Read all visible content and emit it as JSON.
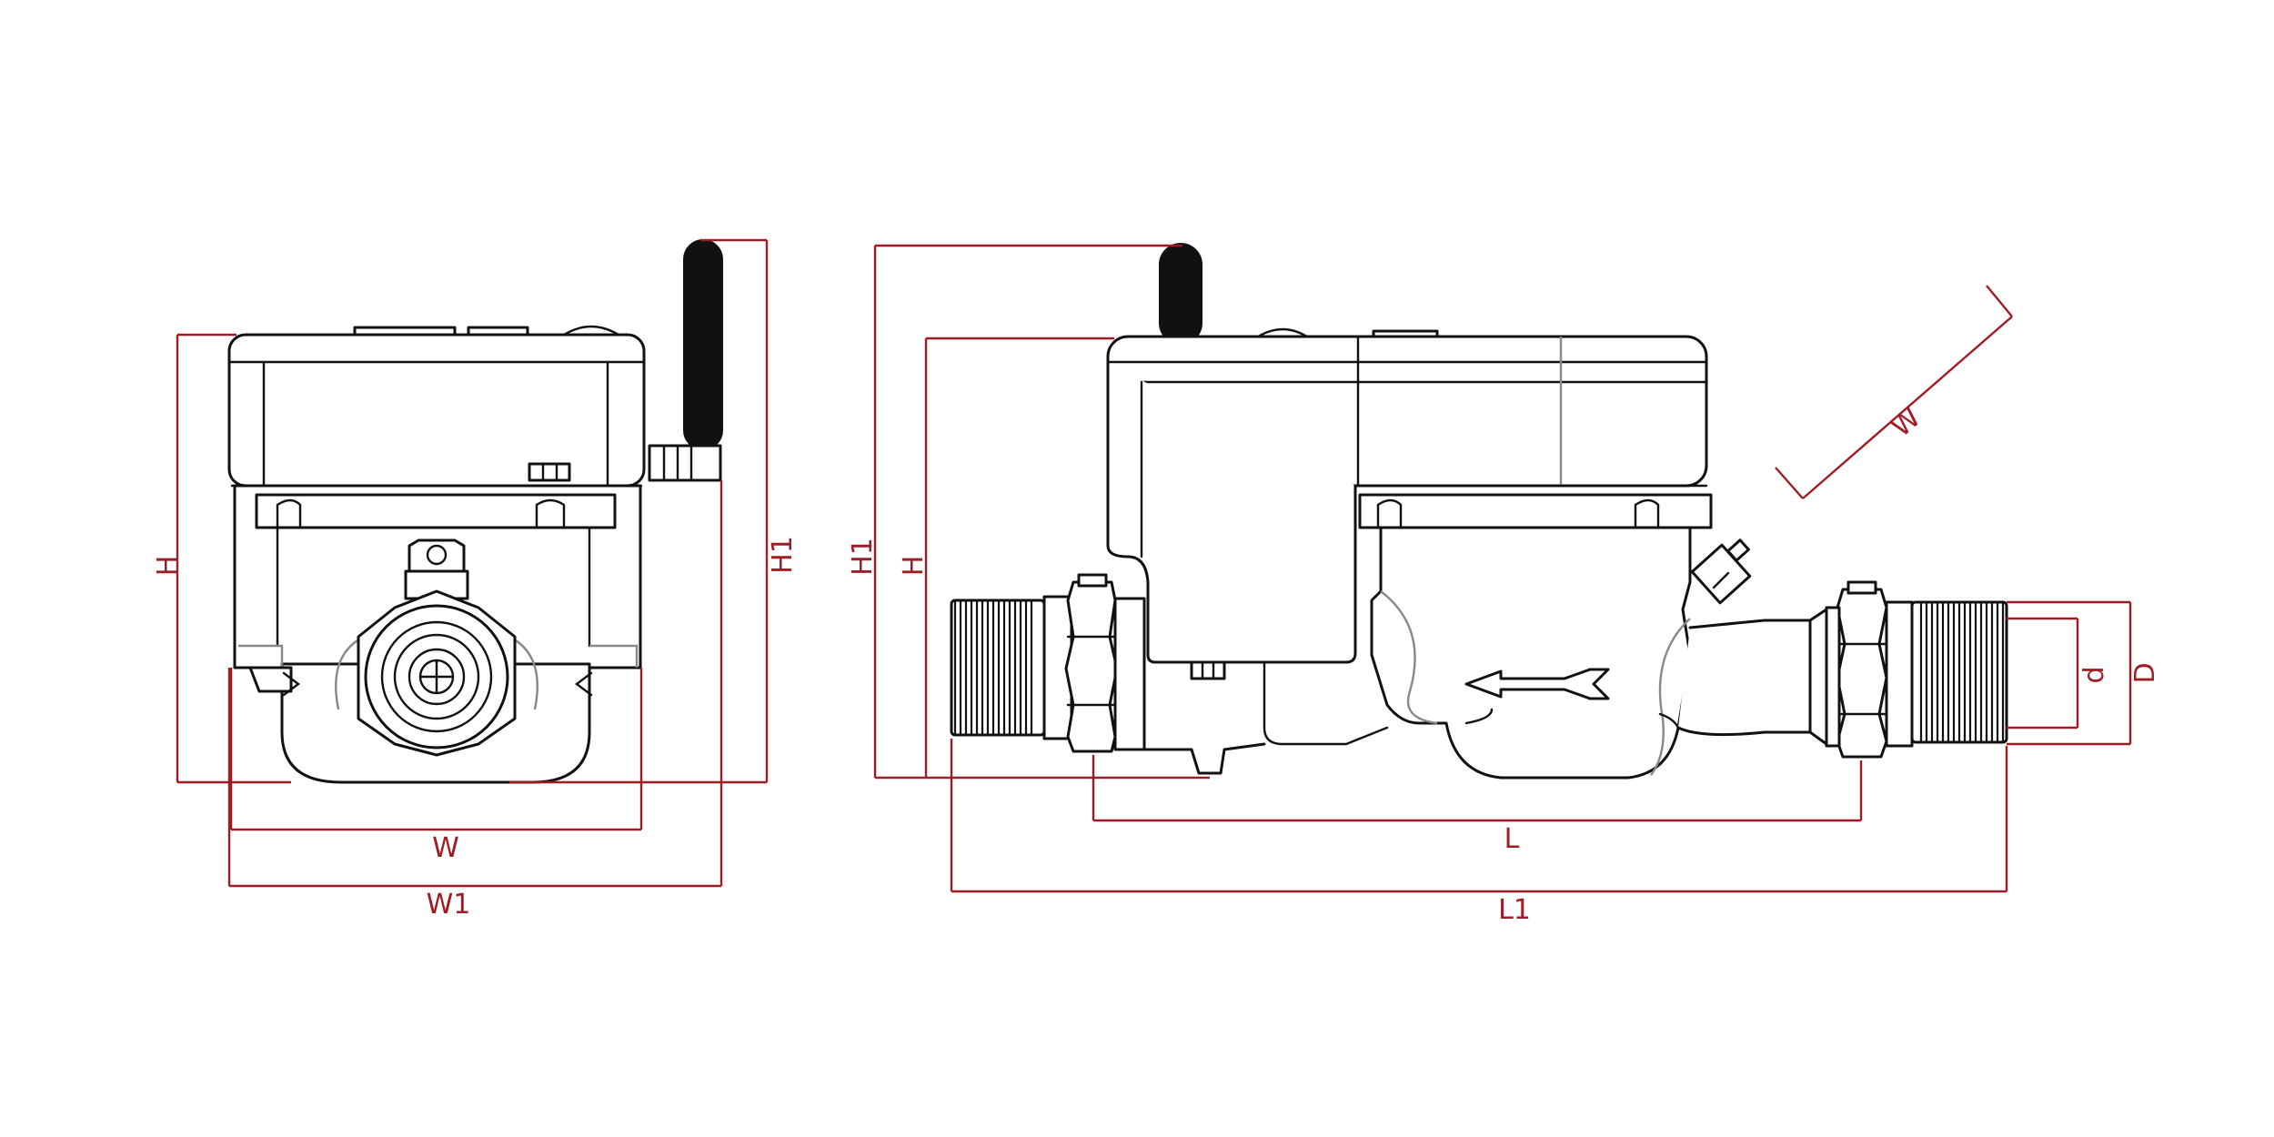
{
  "dimensions": {
    "front": {
      "H": "H",
      "H1": "H1",
      "W": "W",
      "W1": "W1"
    },
    "side": {
      "H1": "H1",
      "H": "H",
      "L": "L",
      "L1": "L1",
      "d": "d",
      "D": "D",
      "W": "W"
    }
  },
  "colors": {
    "dimension": "#a01c24",
    "outline": "#111111",
    "hidden": "#888888",
    "background": "#ffffff"
  }
}
